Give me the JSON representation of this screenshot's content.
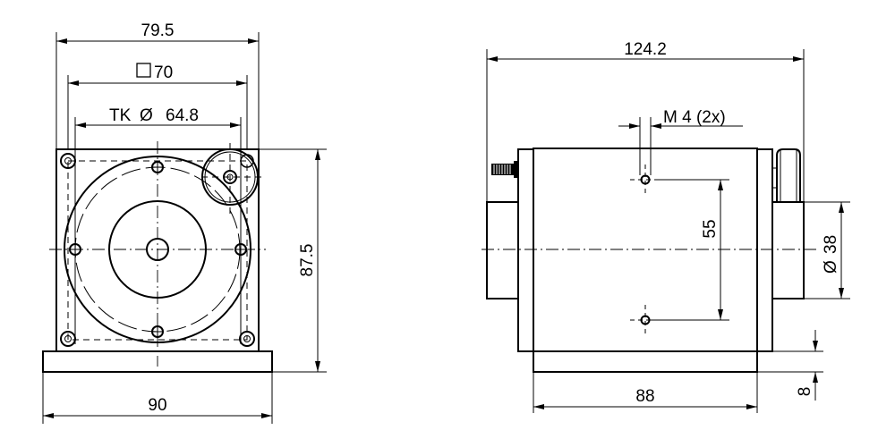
{
  "drawing": {
    "units": "mm",
    "front_view": {
      "dimensions": {
        "overall_width": "79.5",
        "square_flange": "70",
        "square_symbol": "□",
        "bolt_circle_prefix": "TK",
        "bolt_circle_symbol": "Ø",
        "bolt_circle": "64.8",
        "height": "87.5",
        "base_width": "90"
      }
    },
    "side_view": {
      "dimensions": {
        "overall_length": "124.2",
        "thread_label": "M 4 (2x)",
        "hole_spacing": "55",
        "shaft_diameter_symbol": "Ø",
        "shaft_diameter": "38",
        "base_length": "88",
        "base_height": "8"
      }
    }
  },
  "colors": {
    "line": "#000000",
    "background": "#ffffff"
  }
}
